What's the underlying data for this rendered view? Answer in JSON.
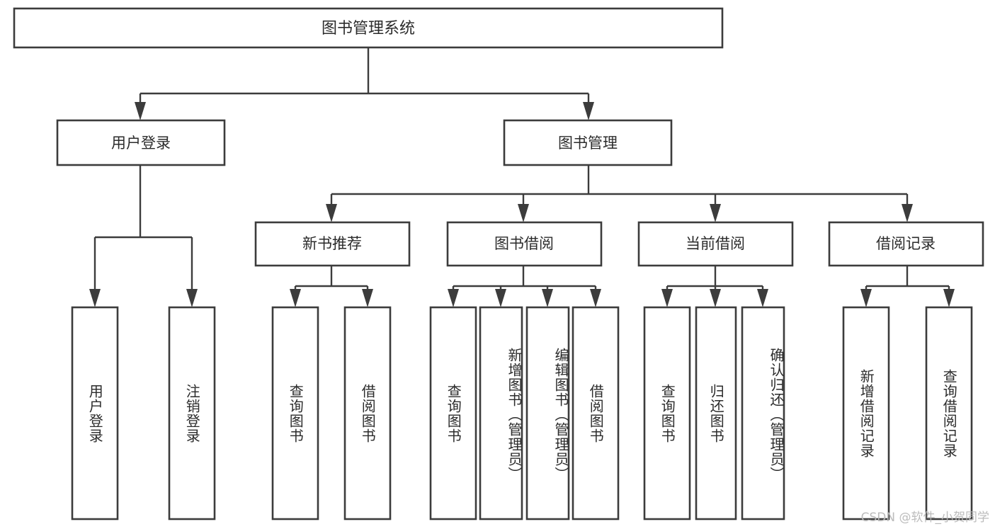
{
  "diagram": {
    "type": "tree-hierarchy",
    "title": "图书管理系统",
    "watermark": "CSDN @软件_小贺同学",
    "colors": {
      "stroke": "#3c3c3c",
      "fill": "#ffffff",
      "text": "#2b2b2b",
      "watermark": "#b9b9b9"
    },
    "root": {
      "label": "图书管理系统"
    },
    "level1": [
      {
        "label": "用户登录"
      },
      {
        "label": "图书管理"
      }
    ],
    "level2": [
      {
        "label": "新书推荐"
      },
      {
        "label": "图书借阅"
      },
      {
        "label": "当前借阅"
      },
      {
        "label": "借阅记录"
      }
    ],
    "leaves": {
      "user_login": [
        {
          "label": "用户登录"
        },
        {
          "label": "注销登录"
        }
      ],
      "new_book": [
        {
          "label": "查询图书"
        },
        {
          "label": "借阅图书"
        }
      ],
      "book_borrow": [
        {
          "label": "查询图书"
        },
        {
          "label": "新增图书（管理员）"
        },
        {
          "label": "编辑图书（管理员）"
        },
        {
          "label": "借阅图书"
        }
      ],
      "current_borrow": [
        {
          "label": "查询图书"
        },
        {
          "label": "归还图书"
        },
        {
          "label": "确认归还（管理员）"
        }
      ],
      "borrow_record": [
        {
          "label": "新增借阅记录"
        },
        {
          "label": "查询借阅记录"
        }
      ]
    }
  }
}
